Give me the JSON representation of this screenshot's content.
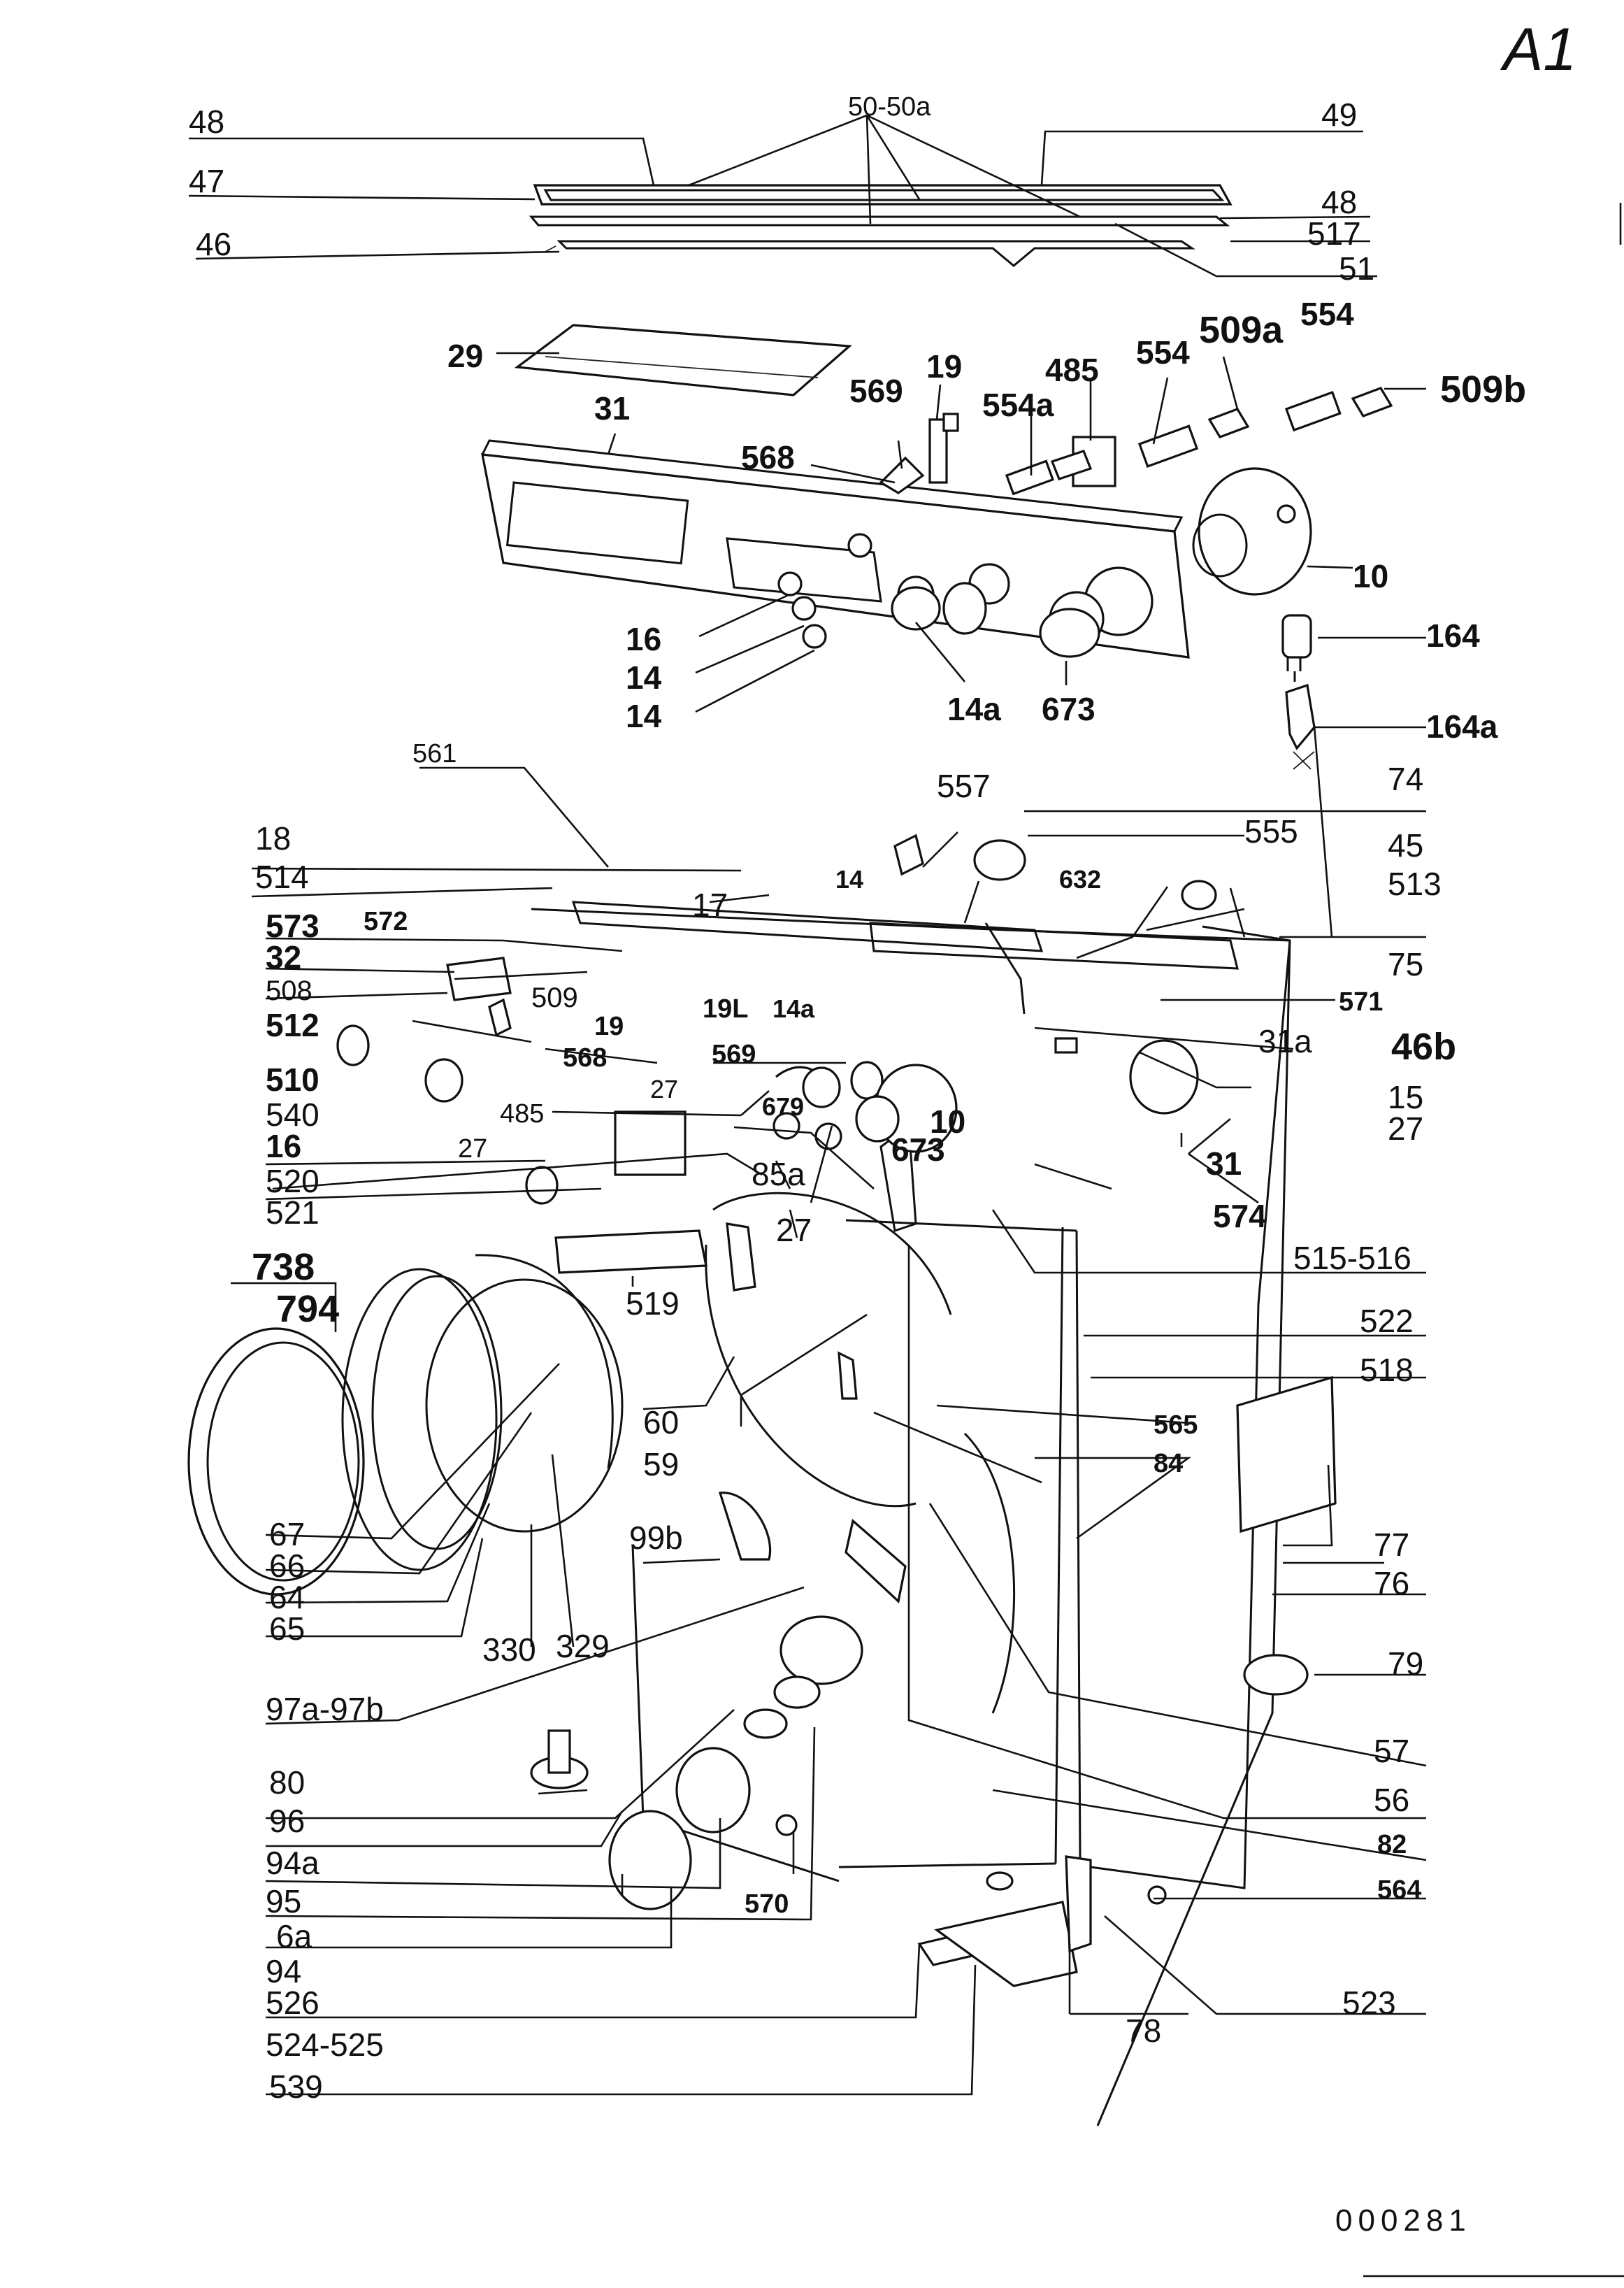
{
  "sheet": {
    "corner_code": "A1",
    "doc_number": "000281"
  },
  "labels": {
    "l48a": "48",
    "l47": "47",
    "l46": "46",
    "l50": "50-50a",
    "l49": "49",
    "l48b": "48",
    "l517": "517",
    "l51": "51",
    "l29": "29",
    "l31a": "31",
    "l569a": "569",
    "l19a": "19",
    "l485a": "485",
    "l554a": "554a",
    "l554b": "554",
    "l509a": "509a",
    "l554c": "554",
    "l509b": "509b",
    "l568a": "568",
    "l10a": "10",
    "l164": "164",
    "l164a": "164a",
    "l16a": "16",
    "l14a": "14",
    "l14b": "14",
    "l14c": "14a",
    "l673a": "673",
    "l561": "561",
    "l557": "557",
    "l74": "74",
    "l18": "18",
    "l555": "555",
    "l45": "45",
    "l514": "514",
    "l17": "17",
    "l14d": "14",
    "l632": "632",
    "l513": "513",
    "l573": "573",
    "l572": "572",
    "l75": "75",
    "l32": "32",
    "l571": "571",
    "l508": "508",
    "l509": "509",
    "l19b": "19",
    "l19c": "19L",
    "l14e": "14a",
    "l31b": "31a",
    "l512": "512",
    "l568b": "568",
    "l569b": "569",
    "l46b": "46b",
    "l510": "510",
    "l679": "679",
    "l15": "15",
    "l540": "540",
    "l10b": "10",
    "l27a": "27",
    "l485b": "485",
    "l673b": "673",
    "l27b": "27",
    "l31c": "31",
    "l16b": "16",
    "l27c": "27",
    "l85a": "85a",
    "l574": "574",
    "l520": "520",
    "l521": "521",
    "l27d": "27",
    "l515": "515-516",
    "l738": "738",
    "l794": "794",
    "l519": "519",
    "l522": "522",
    "l518": "518",
    "l60": "60",
    "l565": "565",
    "l59": "59",
    "l84": "84",
    "l67": "67",
    "l99b": "99b",
    "l77": "77",
    "l66": "66",
    "l76": "76",
    "l64": "64",
    "l65": "65",
    "l330": "330",
    "l329": "329",
    "l79": "79",
    "l97": "97a-97b",
    "l57": "57",
    "l80": "80",
    "l56": "56",
    "l96": "96",
    "l82": "82",
    "l94a": "94a",
    "l564": "564",
    "l95": "95",
    "l570": "570",
    "l6a": "6a",
    "l94": "94",
    "l526": "526",
    "l523": "523",
    "l524": "524-525",
    "l78": "78",
    "l539": "539"
  }
}
